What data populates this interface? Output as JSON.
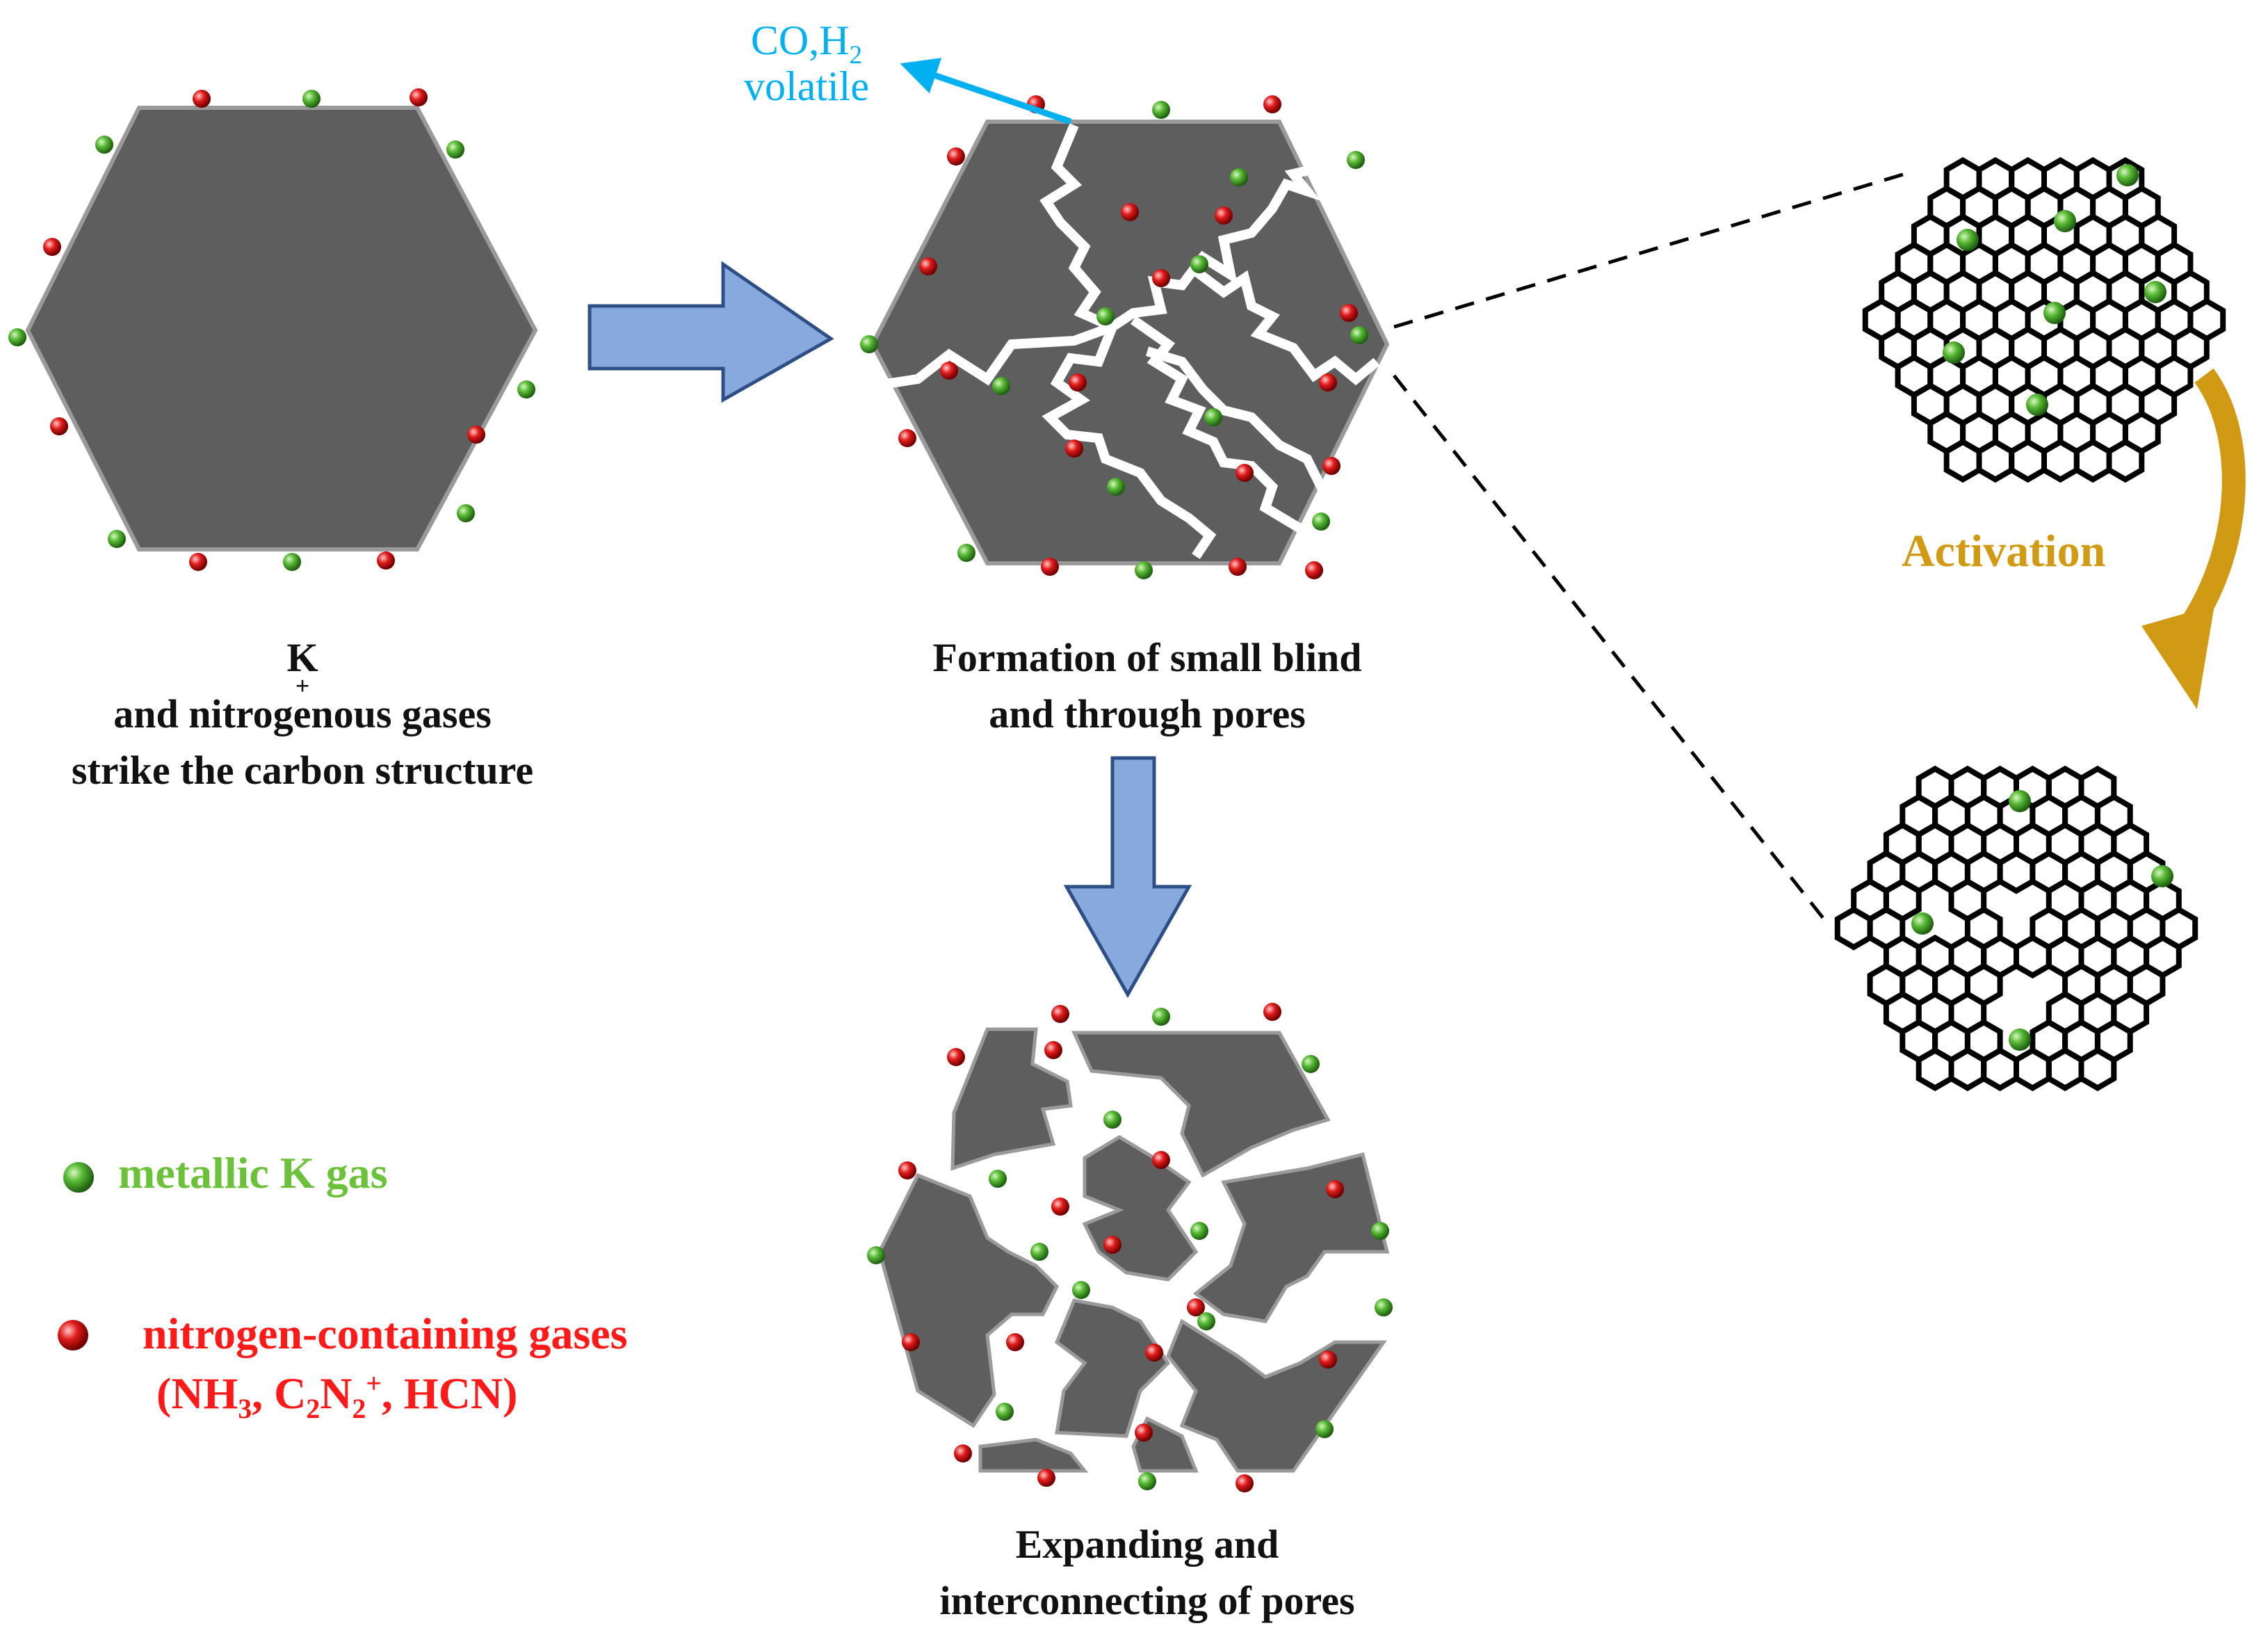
{
  "captions": {
    "stage1": {
      "line1_sup": "+",
      "line1_a": "K",
      "line1_b": " and nitrogenous gases",
      "line2": "strike the carbon structure"
    },
    "stage2": {
      "line1": "Formation of small blind",
      "line2": "and through pores"
    },
    "stage3": {
      "line1": "Expanding and",
      "line2": "interconnecting of pores"
    }
  },
  "volatile": {
    "co": "CO,H",
    "sub": "2",
    "label": "volatile"
  },
  "activation": "Activation",
  "legend": {
    "k_gas": "metallic K gas",
    "n_gas_line1": "nitrogen-containing gases",
    "n_gas_line2": {
      "p1": "(NH",
      "s1": "3",
      "p2": ", C",
      "s2": "2",
      "p3": "N",
      "s3": "2",
      "sup": "+",
      "p4": ", HCN)"
    }
  },
  "colors": {
    "carbon": "#5e5e5e",
    "k_sphere": "#4caf2f",
    "n_sphere": "#e01818",
    "arrow_fill": "#87a9dc",
    "arrow_stroke": "#2e4f86",
    "volatile": "#00b0f0",
    "activation": "#d09a14",
    "legend_k": "#6bc23a",
    "legend_n": "#ff1a1a"
  }
}
